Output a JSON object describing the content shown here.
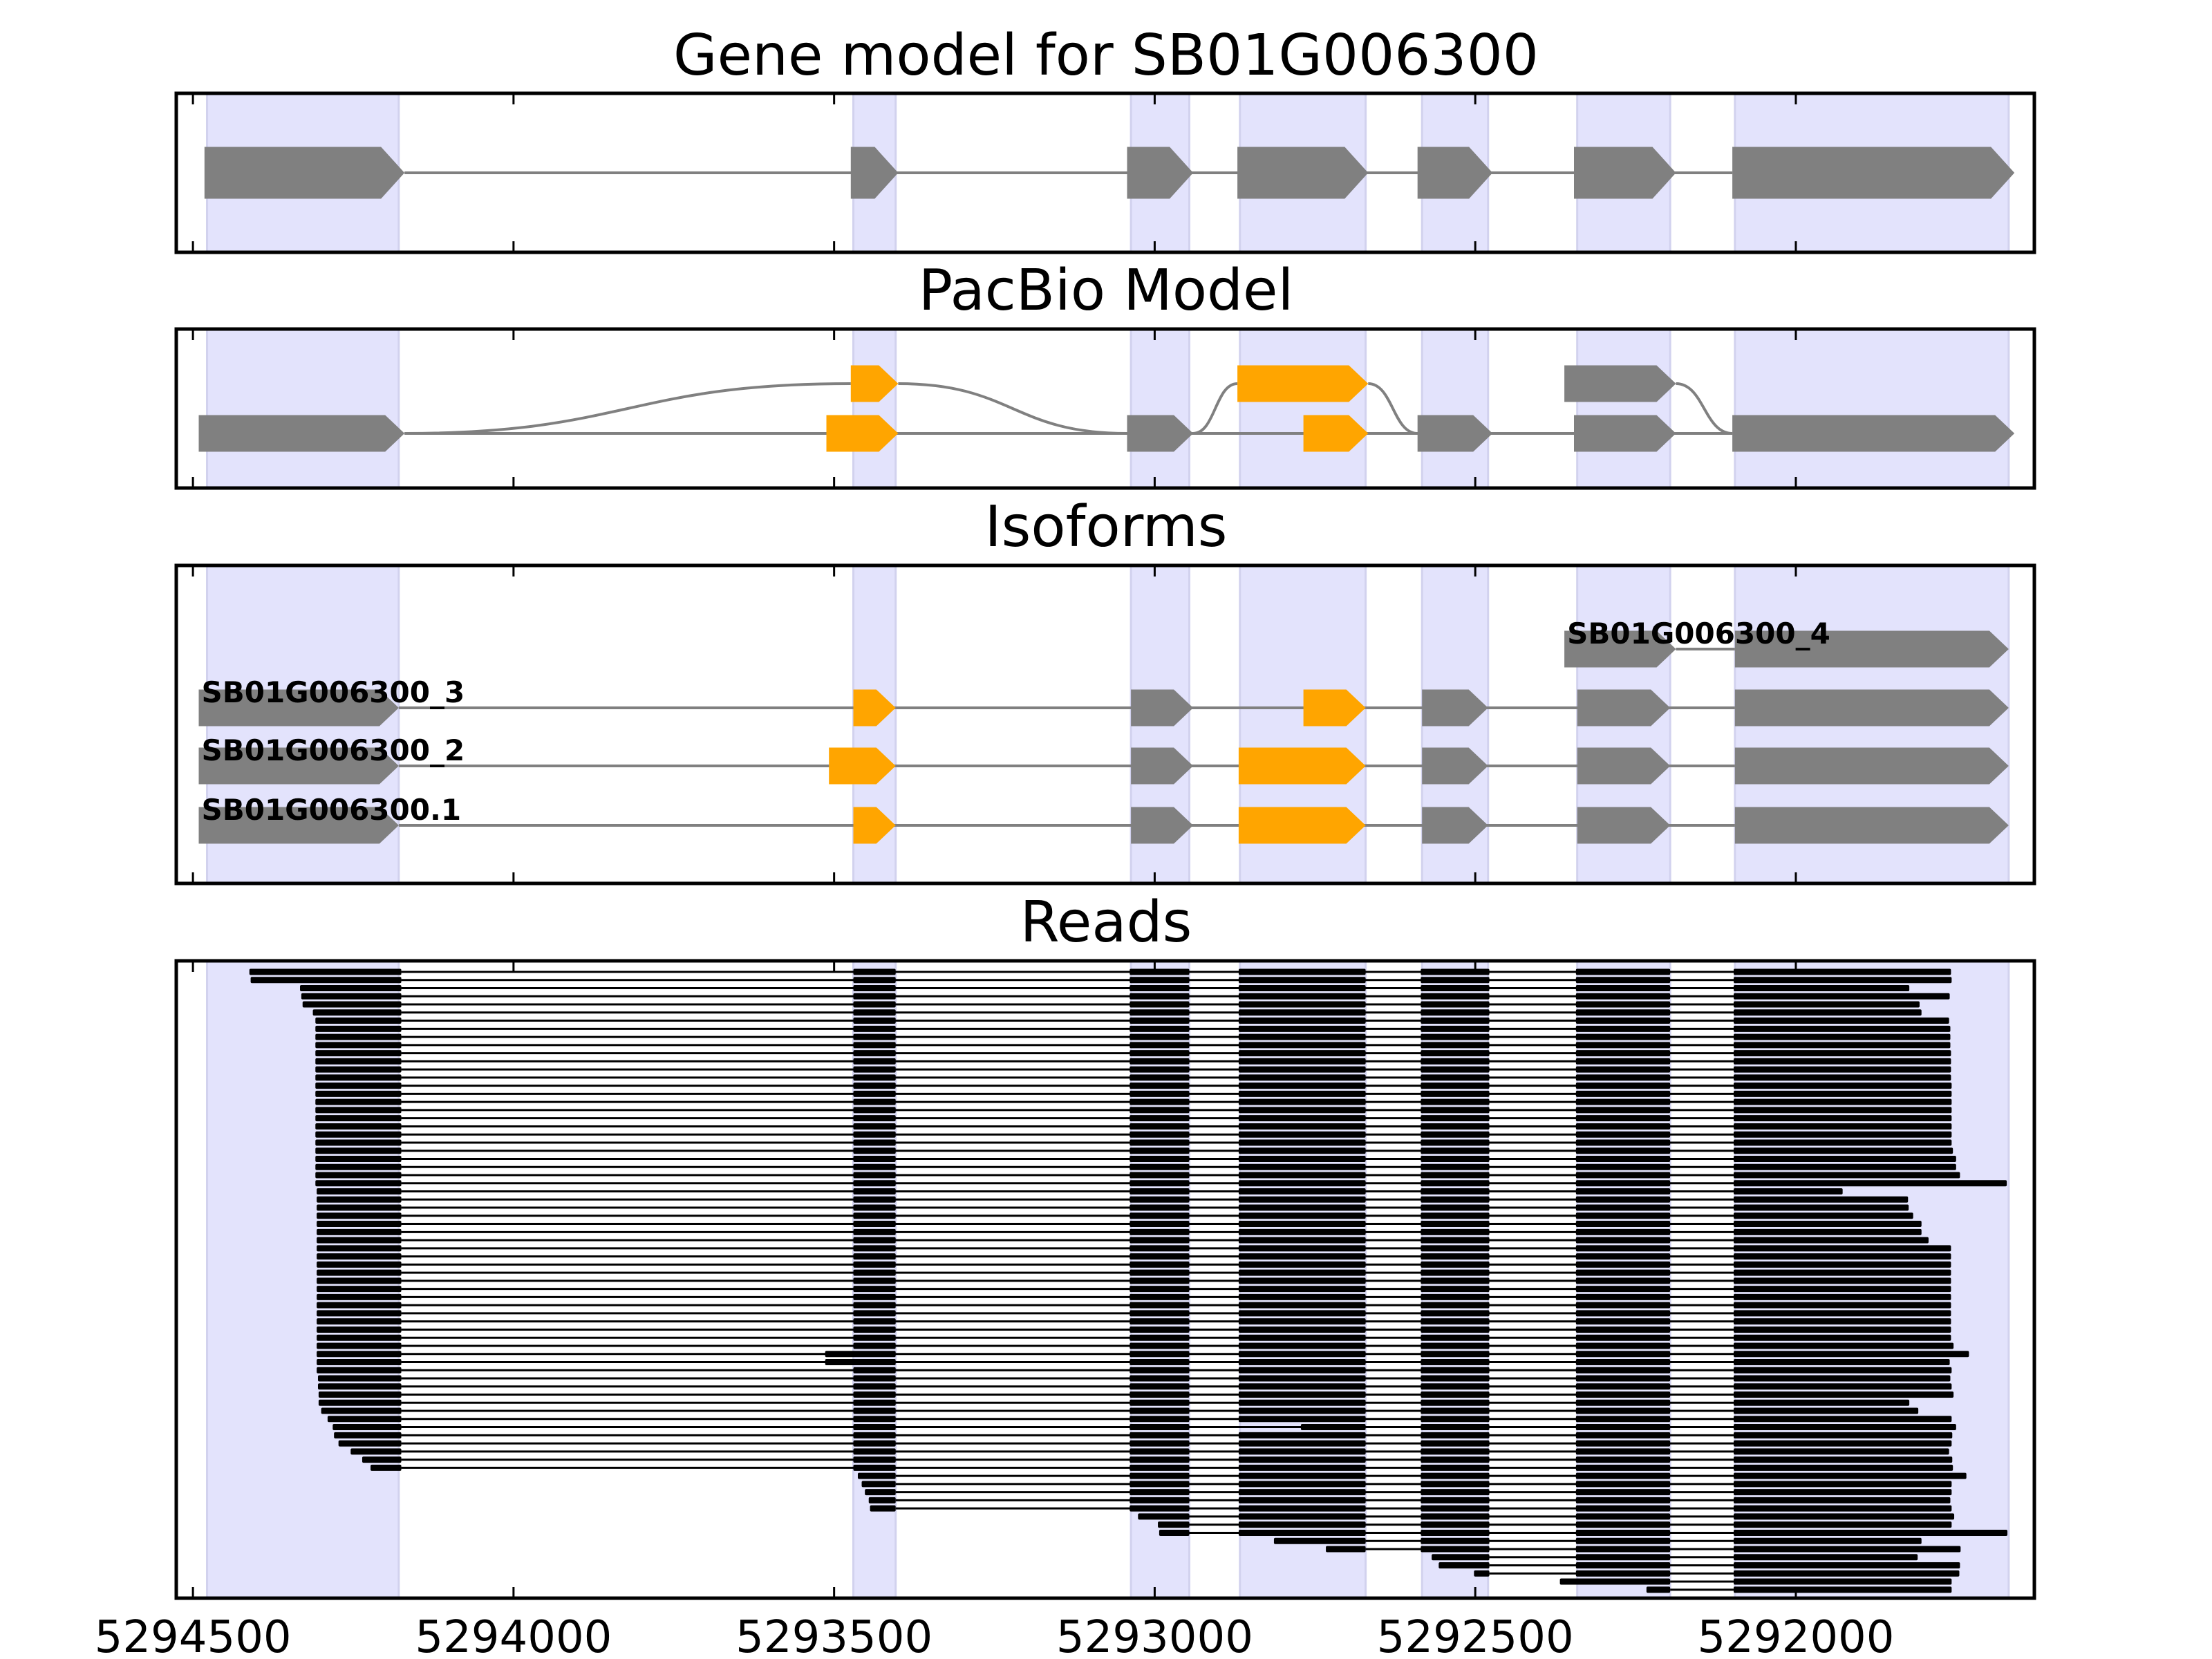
{
  "chart_data": {
    "type": "genome-track",
    "xlim": [
      5294526,
      5291628
    ],
    "x_reversed": true,
    "x_ticks": [
      5294500,
      5294000,
      5293500,
      5293000,
      5292500,
      5292000
    ],
    "x_tick_labels": [
      "5294500",
      "5294000",
      "5293500",
      "5293000",
      "5292500",
      "5292000"
    ],
    "colors": {
      "exon": "#808080",
      "alt_exon": "#ffa500",
      "shade": "#e3e3fc",
      "shade_edge": "#d2d2ee",
      "read": "#000000",
      "intron": "#808080"
    },
    "shaded_exons": [
      [
        5294478,
        5294179
      ],
      [
        5293470,
        5293404
      ],
      [
        5293037,
        5292946
      ],
      [
        5292867,
        5292671
      ],
      [
        5292583,
        5292480
      ],
      [
        5292341,
        5292196
      ],
      [
        5292095,
        5291668
      ]
    ],
    "gene_model": {
      "title": "Gene model for SB01G006300",
      "exons": [
        [
          5294482,
          5294170
        ],
        [
          5293474,
          5293400
        ],
        [
          5293043,
          5292940
        ],
        [
          5292871,
          5292667
        ],
        [
          5292590,
          5292473
        ],
        [
          5292346,
          5292187
        ],
        [
          5292099,
          5291659
        ]
      ]
    },
    "pacbio_model": {
      "title": "PacBio Model",
      "lower_row": [
        {
          "start": 5294491,
          "end": 5294170,
          "alt": false
        },
        {
          "start": 5293512,
          "end": 5293400,
          "alt": true
        },
        {
          "start": 5293043,
          "end": 5292940,
          "alt": false
        },
        {
          "start": 5292768,
          "end": 5292667,
          "alt": true
        },
        {
          "start": 5292590,
          "end": 5292473,
          "alt": false
        },
        {
          "start": 5292346,
          "end": 5292187,
          "alt": false
        },
        {
          "start": 5292099,
          "end": 5291659,
          "alt": false
        }
      ],
      "upper_row": [
        {
          "start": 5293474,
          "end": 5293400,
          "alt": true
        },
        {
          "start": 5292871,
          "end": 5292667,
          "alt": true
        },
        {
          "start": 5292361,
          "end": 5292187,
          "alt": false
        }
      ],
      "junctions": [
        {
          "from": 5294170,
          "from_row": "lower",
          "to": 5293474,
          "to_row": "upper"
        },
        {
          "from": 5293400,
          "from_row": "upper",
          "to": 5293043,
          "to_row": "lower"
        },
        {
          "from": 5292940,
          "from_row": "lower",
          "to": 5292871,
          "to_row": "upper"
        },
        {
          "from": 5292667,
          "from_row": "upper",
          "to": 5292590,
          "to_row": "lower"
        },
        {
          "from": 5292187,
          "from_row": "upper",
          "to": 5292099,
          "to_row": "lower"
        }
      ]
    },
    "isoforms": {
      "title": "Isoforms",
      "items": [
        {
          "label": "SB01G006300_4",
          "exons": [
            [
              5292361,
              5292187,
              false
            ],
            [
              5292095,
              5291668,
              false
            ]
          ]
        },
        {
          "label": "SB01G006300_3",
          "exons": [
            [
              5294491,
              5294179,
              false
            ],
            [
              5293470,
              5293404,
              true
            ],
            [
              5293037,
              5292940,
              false
            ],
            [
              5292768,
              5292671,
              true
            ],
            [
              5292583,
              5292480,
              false
            ],
            [
              5292341,
              5292196,
              false
            ],
            [
              5292095,
              5291668,
              false
            ]
          ]
        },
        {
          "label": "SB01G006300_2",
          "exons": [
            [
              5294491,
              5294179,
              false
            ],
            [
              5293508,
              5293404,
              true
            ],
            [
              5293037,
              5292940,
              false
            ],
            [
              5292869,
              5292671,
              true
            ],
            [
              5292583,
              5292480,
              false
            ],
            [
              5292341,
              5292196,
              false
            ],
            [
              5292095,
              5291668,
              false
            ]
          ]
        },
        {
          "label": "SB01G006300.1",
          "exons": [
            [
              5294491,
              5294179,
              false
            ],
            [
              5293470,
              5293404,
              true
            ],
            [
              5293037,
              5292940,
              false
            ],
            [
              5292869,
              5292671,
              true
            ],
            [
              5292583,
              5292480,
              false
            ],
            [
              5292341,
              5292196,
              false
            ],
            [
              5292095,
              5291668,
              false
            ]
          ]
        }
      ]
    },
    "reads": {
      "title": "Reads",
      "exon_model": [
        [
          5294478,
          5294175
        ],
        [
          5293470,
          5293404
        ],
        [
          5293039,
          5292946
        ],
        [
          5292869,
          5292671
        ],
        [
          5292585,
          5292478
        ],
        [
          5292343,
          5292196
        ],
        [
          5292097,
          5291668
        ]
      ],
      "alternative_exon_starts": [
        {
          "rows": [
            48,
            49
          ],
          "exon": 2,
          "start": 5293514
        },
        {
          "rows": [
            57
          ],
          "exon": 4,
          "start": 5292772
        }
      ],
      "rows": [
        [
          5294412,
          5291758
        ],
        [
          5294410,
          5291757
        ],
        [
          5294333,
          5291823
        ],
        [
          5294331,
          5291760
        ],
        [
          5294329,
          5291807
        ],
        [
          5294313,
          5291804
        ],
        [
          5294309,
          5291761
        ],
        [
          5294309,
          5291759
        ],
        [
          5294309,
          5291759
        ],
        [
          5294309,
          5291759
        ],
        [
          5294309,
          5291758
        ],
        [
          5294309,
          5291758
        ],
        [
          5294309,
          5291758
        ],
        [
          5294309,
          5291758
        ],
        [
          5294309,
          5291757
        ],
        [
          5294309,
          5291757
        ],
        [
          5294309,
          5291757
        ],
        [
          5294309,
          5291757
        ],
        [
          5294309,
          5291757
        ],
        [
          5294309,
          5291757
        ],
        [
          5294309,
          5291757
        ],
        [
          5294309,
          5291757
        ],
        [
          5294309,
          5291755
        ],
        [
          5294309,
          5291750
        ],
        [
          5294309,
          5291750
        ],
        [
          5294309,
          5291744
        ],
        [
          5294309,
          5291671
        ],
        [
          5294307,
          5291927
        ],
        [
          5294307,
          5291825
        ],
        [
          5294307,
          5291824
        ],
        [
          5294307,
          5291817
        ],
        [
          5294307,
          5291804
        ],
        [
          5294307,
          5291804
        ],
        [
          5294307,
          5291793
        ],
        [
          5294307,
          5291758
        ],
        [
          5294307,
          5291758
        ],
        [
          5294307,
          5291758
        ],
        [
          5294307,
          5291758
        ],
        [
          5294307,
          5291758
        ],
        [
          5294307,
          5291758
        ],
        [
          5294307,
          5291758
        ],
        [
          5294307,
          5291758
        ],
        [
          5294307,
          5291758
        ],
        [
          5294307,
          5291758
        ],
        [
          5294307,
          5291758
        ],
        [
          5294307,
          5291758
        ],
        [
          5294307,
          5291754
        ],
        [
          5294307,
          5291730
        ],
        [
          5294307,
          5291760
        ],
        [
          5294307,
          5291757
        ],
        [
          5294305,
          5291759
        ],
        [
          5294305,
          5291757
        ],
        [
          5294304,
          5291754
        ],
        [
          5294304,
          5291823
        ],
        [
          5294300,
          5291809
        ],
        [
          5294290,
          5291757
        ],
        [
          5294282,
          5291750
        ],
        [
          5294280,
          5291756
        ],
        [
          5294273,
          5291757
        ],
        [
          5294254,
          5291761
        ],
        [
          5294236,
          5291756
        ],
        [
          5294223,
          5291755
        ],
        [
          5293463,
          5291734
        ],
        [
          5293457,
          5291757
        ],
        [
          5293452,
          5291757
        ],
        [
          5293446,
          5291759
        ],
        [
          5293444,
          5291757
        ],
        [
          5293026,
          5291753
        ],
        [
          5292995,
          5291757
        ],
        [
          5292993,
          5291670
        ],
        [
          5292814,
          5291804
        ],
        [
          5292733,
          5291743
        ],
        [
          5292568,
          5291810
        ],
        [
          5292557,
          5291744
        ],
        [
          5292502,
          5291745
        ],
        [
          5292368,
          5291757
        ],
        [
          5292233,
          5291757
        ]
      ]
    }
  }
}
